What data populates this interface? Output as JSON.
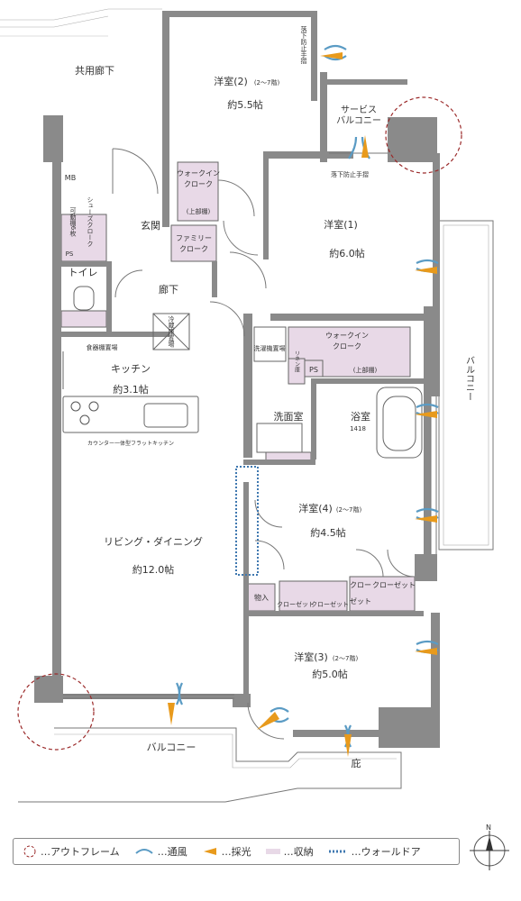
{
  "rooms": {
    "corridor": "共用廊下",
    "mb": "MB",
    "room2": {
      "name": "洋室(2)",
      "note": "(2〜7階)",
      "size": "約5.5帖"
    },
    "service_balcony": {
      "line1": "サービス",
      "line2": "バルコニー"
    },
    "rail_top": "落下防止手摺",
    "rail_service": "落下防止手摺",
    "walkin_top": {
      "line1": "ウォークイン",
      "line2": "クローク",
      "upper": "(上部棚)"
    },
    "family_cloak": {
      "line1": "ファミリー",
      "line2": "クローク"
    },
    "entrance": "玄関",
    "shoe_cloak": "シューズクローク",
    "movable_shelf": "可動棚6枚",
    "ps1": "PS",
    "toilet": "トイレ",
    "hallway": "廊下",
    "room1": {
      "name": "洋室(1)",
      "size": "約6.0帖"
    },
    "fridge": "冷蔵庫置場",
    "washer": "洗濯機置場",
    "walkin_mid": {
      "line1": "ウォークイン",
      "line2": "クローク",
      "upper": "(上部棚)"
    },
    "ps2": "PS",
    "linen": "リネン庫",
    "dish_shelf": "食器棚置場",
    "kitchen": {
      "name": "キッチン",
      "size": "約3.1帖"
    },
    "counter": "カウンター一体型フラットキッチン",
    "washroom": "洗面室",
    "bath": {
      "name": "浴室",
      "code": "1418"
    },
    "balcony_right": "バルコニー",
    "room4": {
      "name": "洋室(4)",
      "note": "(2〜7階)",
      "size": "約4.5帖"
    },
    "living": {
      "name": "リビング・ダイニング",
      "size": "約12.0帖"
    },
    "storage": "物入",
    "closet_a": "クローゼット",
    "closet_b": "クローゼット",
    "closet_c": "クロー",
    "closet_c2": "ゼット",
    "closet_d": "クローゼット",
    "room3": {
      "name": "洋室(3)",
      "note": "(2〜7階)",
      "size": "約5.0帖"
    },
    "balcony_bottom": "バルコニー",
    "garden": "庇"
  },
  "legend": {
    "outframe": "…アウトフレーム",
    "ventilation": "…通風",
    "daylight": "…採光",
    "storage": "…収納",
    "walldoor": "…ウォールドア"
  },
  "compass": "N",
  "colors": {
    "wall": "#8a8a8a",
    "storage": "#e8d9e7",
    "wind": "#5a9bc4",
    "light": "#e89a1c",
    "outframe": "#9b2a2a",
    "walldoor": "#3f78b0"
  }
}
